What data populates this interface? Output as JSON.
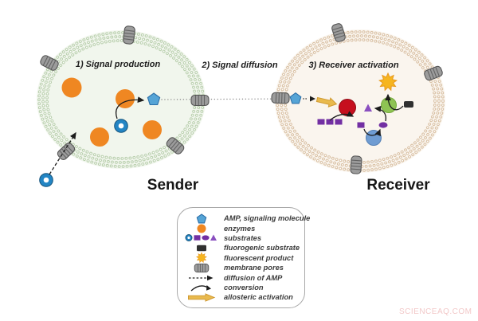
{
  "diagram": {
    "stages": {
      "production": "1) Signal production",
      "diffusion": "2) Signal diffusion",
      "activation": "3) Receiver activation"
    },
    "cells": {
      "sender": "Sender",
      "receiver": "Receiver"
    }
  },
  "legend": {
    "items": [
      {
        "icon": "amp-pentagon-icon",
        "label": "AMP, signaling molecule"
      },
      {
        "icon": "enzyme-circle-icon",
        "label": "enzymes"
      },
      {
        "icon": "substrates-icons",
        "label": "substrates"
      },
      {
        "icon": "fluorogenic-substrate-icon",
        "label": "fluorogenic substrate"
      },
      {
        "icon": "fluorescent-product-icon",
        "label": "fluorescent product"
      },
      {
        "icon": "membrane-pore-icon",
        "label": "membrane pores"
      },
      {
        "icon": "diffusion-arrow-icon",
        "label": "diffusion of AMP"
      },
      {
        "icon": "conversion-arrow-icon",
        "label": "conversion"
      },
      {
        "icon": "allosteric-arrow-icon",
        "label": "allosteric activation"
      }
    ]
  },
  "watermark": "SCIENCEAQ.COM",
  "colors": {
    "amp-blue": "#55a4d6",
    "amp-stroke": "#2c6fa8",
    "enzyme-orange": "#ef8722",
    "donut-blue": "#2385c4",
    "substrate-purple": "#722fa3",
    "substrate-triangle-purple": "#8a4fc0",
    "fluorogenic-black": "#303030",
    "fluorescent-gold": "#f6b51f",
    "fluorescent-stroke": "#e8991d",
    "activation-gold": "#e9ba4e",
    "activation-stroke": "#d09a32",
    "receiver-red": "#c60f1e",
    "receiver-blue": "#6f9cd2",
    "receiver-green": "#8ec353",
    "membrane-green": "#b9cfad",
    "membrane-tan": "#d9c0a3",
    "cell-green-fill": "#f1f6ed",
    "cell-tan-fill": "#faf5ee",
    "pore-gray": "#9c9c9c",
    "watermark-pink": "#f2c8c8"
  }
}
